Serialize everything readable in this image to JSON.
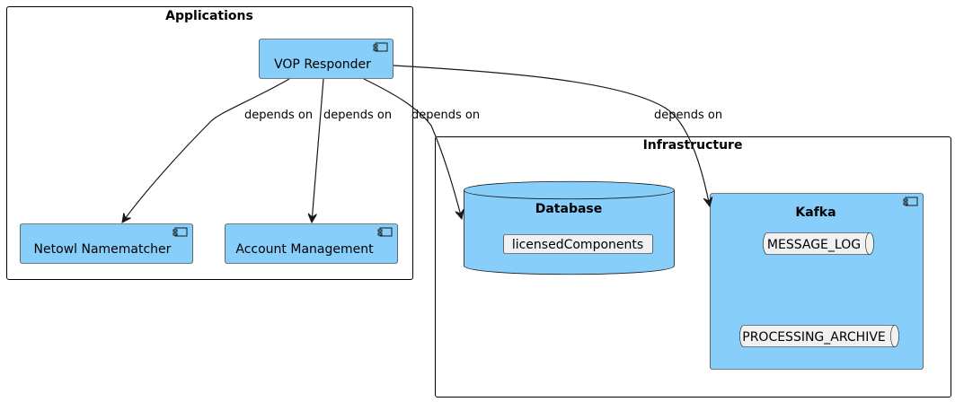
{
  "packages": {
    "applications": "Applications",
    "infrastructure": "Infrastructure"
  },
  "components": {
    "vop_responder": "VOP Responder",
    "netowl": "Netowl Namematcher",
    "account_mgmt": "Account Management",
    "kafka": "Kafka"
  },
  "database": {
    "title": "Database",
    "item": "licensedComponents"
  },
  "queues": {
    "message_log": "MESSAGE_LOG",
    "processing_archive": "PROCESSING_ARCHIVE"
  },
  "edges": {
    "to_netowl": "depends on",
    "to_account": "depends on",
    "to_database": "depends on",
    "to_kafka": "depends on"
  },
  "colors": {
    "component_fill": "#87CEFA",
    "inner_fill": "#F1F1F1",
    "stroke": "#181818"
  }
}
